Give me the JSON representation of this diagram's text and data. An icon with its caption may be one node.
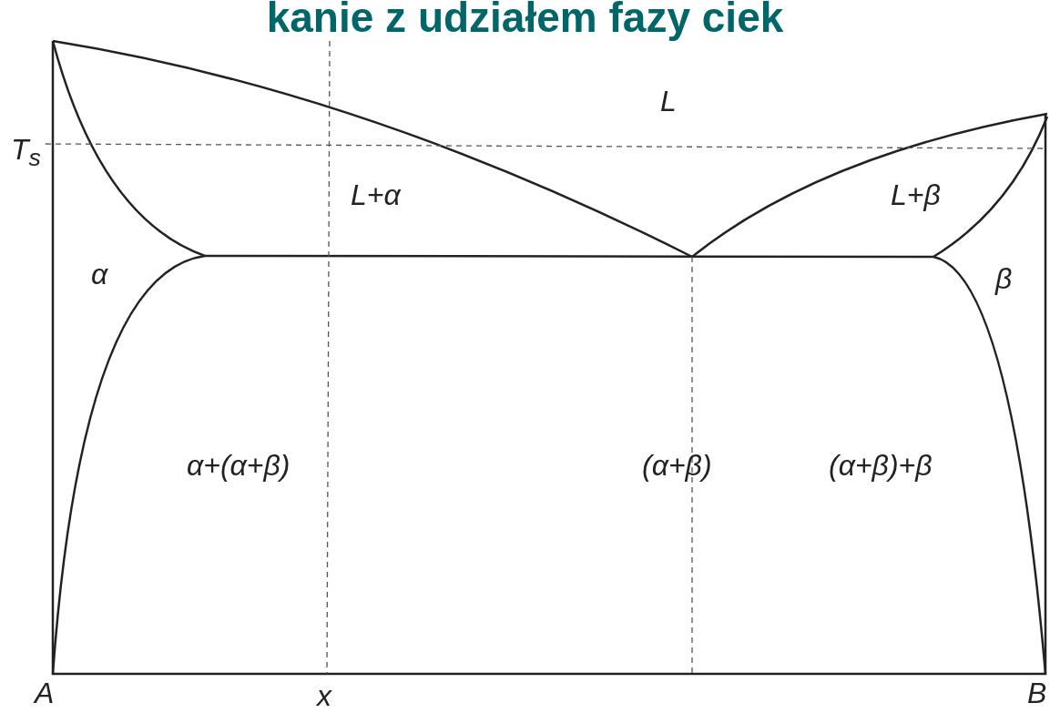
{
  "diagram": {
    "title": "kanie z udziałem fazy ciek",
    "labels": [
      "L",
      "T$_{s}$",
      "L+α",
      "L+β",
      "α",
      "β",
      "α+(α+β)",
      "(α+β)",
      "(α+β)+β",
      "A",
      "x",
      "B"
    ]
  }
}
